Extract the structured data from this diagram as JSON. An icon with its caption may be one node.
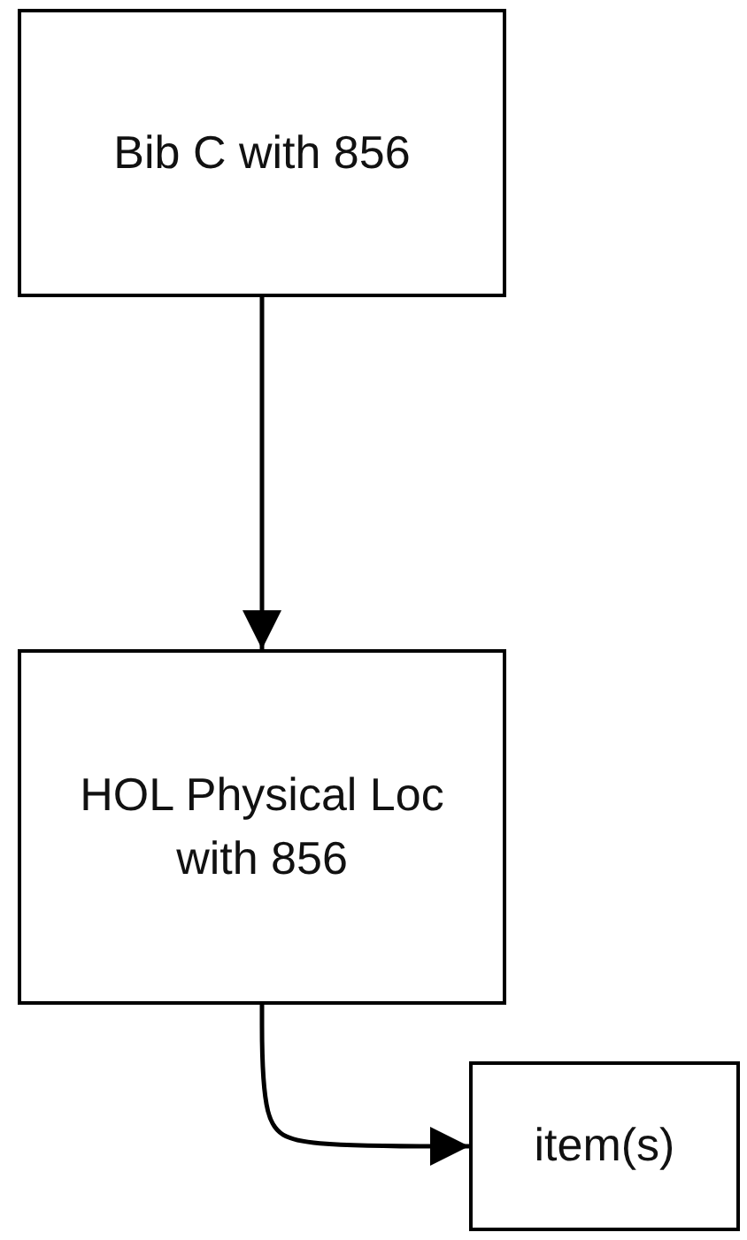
{
  "diagram": {
    "nodes": [
      {
        "text": [
          "Bib C with 856"
        ]
      },
      {
        "text": [
          "HOL Physical Loc with 856"
        ]
      },
      {
        "text": [
          "item(s)"
        ]
      }
    ],
    "edges": [
      {
        "from": 0,
        "to": 1,
        "arrow": "to"
      },
      {
        "from": 1,
        "to": 2,
        "arrow": "to"
      }
    ]
  }
}
